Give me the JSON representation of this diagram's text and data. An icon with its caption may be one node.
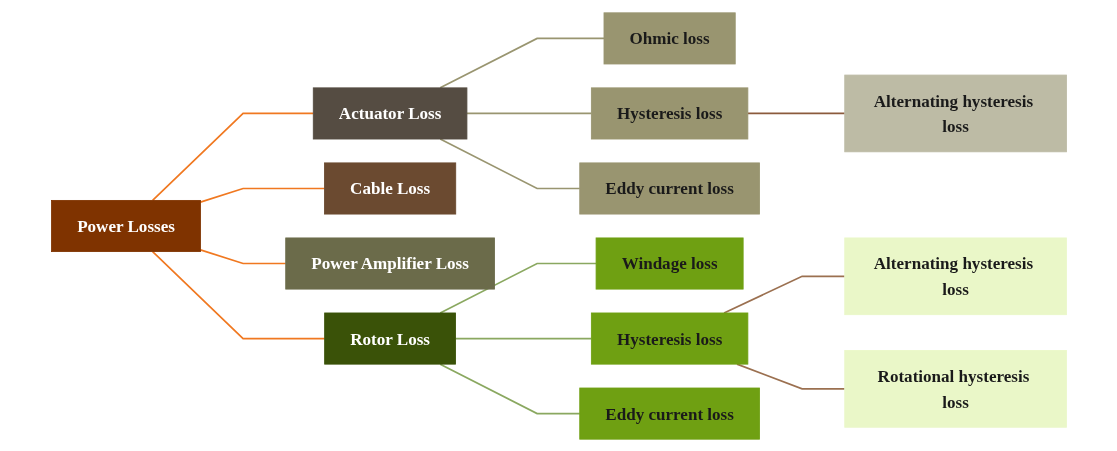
{
  "diagram": {
    "nodes": [
      {
        "text": [
          "Power Losses"
        ]
      },
      {
        "text": [
          "Actuator Loss"
        ]
      },
      {
        "text": [
          "Cable Loss"
        ]
      },
      {
        "text": [
          "Power Amplifier Loss"
        ]
      },
      {
        "text": [
          "Rotor Loss"
        ]
      },
      {
        "text": [
          "Ohmic loss"
        ]
      },
      {
        "text": [
          "Hysteresis loss"
        ]
      },
      {
        "text": [
          "Eddy current loss"
        ]
      },
      {
        "text": [
          "Alternating hysteresis loss"
        ]
      },
      {
        "text": [
          "Windage loss"
        ]
      },
      {
        "text": [
          "Hysteresis loss"
        ]
      },
      {
        "text": [
          "Eddy current loss"
        ]
      },
      {
        "text": [
          "Alternating hysteresis loss"
        ]
      },
      {
        "text": [
          "Rotational hysteresis loss"
        ]
      }
    ],
    "edges": [
      {
        "from": 0,
        "to": 1,
        "arrow": "none",
        "color": "#f07820"
      },
      {
        "from": 0,
        "to": 2,
        "arrow": "none",
        "color": "#f07820"
      },
      {
        "from": 0,
        "to": 3,
        "arrow": "none",
        "color": "#f07820"
      },
      {
        "from": 0,
        "to": 4,
        "arrow": "none",
        "color": "#f07820"
      },
      {
        "from": 1,
        "to": 5,
        "arrow": "none",
        "color": "#999570"
      },
      {
        "from": 1,
        "to": 6,
        "arrow": "none",
        "color": "#999570"
      },
      {
        "from": 1,
        "to": 7,
        "arrow": "none",
        "color": "#999570"
      },
      {
        "from": 6,
        "to": 8,
        "arrow": "none",
        "color": "#8b5a3c"
      },
      {
        "from": 4,
        "to": 9,
        "arrow": "none",
        "color": "#8aa860"
      },
      {
        "from": 4,
        "to": 10,
        "arrow": "none",
        "color": "#8aa860"
      },
      {
        "from": 4,
        "to": 11,
        "arrow": "none",
        "color": "#8aa860"
      },
      {
        "from": 10,
        "to": 12,
        "arrow": "none",
        "color": "#9b7050"
      },
      {
        "from": 10,
        "to": 13,
        "arrow": "none",
        "color": "#9b7050"
      }
    ]
  }
}
